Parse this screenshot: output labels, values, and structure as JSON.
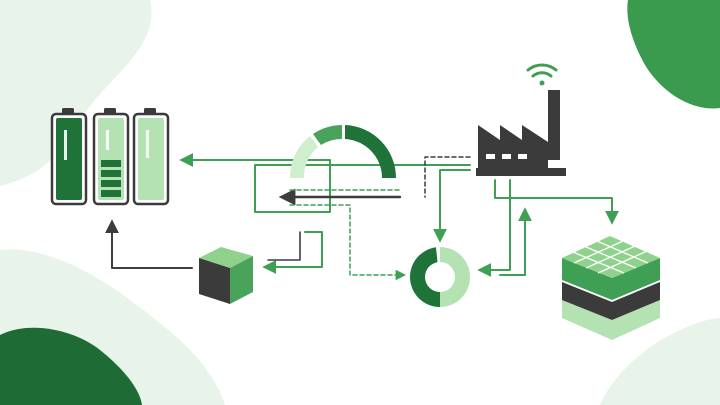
{
  "theme": {
    "background": "#ffffff",
    "blob_light": "#e8f4e9",
    "blob_mid": "#49a35b",
    "blob_dark": "#1e6b35",
    "green_dark": "#1f7339",
    "green_mid": "#3f9f55",
    "green_light": "#b4e2b3",
    "green_pale": "#cfeecd",
    "charcoal": "#3b3b3b",
    "arrow_dark": "#3d3d3d",
    "arrow_green": "#3f9f55"
  },
  "icons": [
    {
      "id": "battery-empty",
      "icon": "battery-full-dark-icon"
    },
    {
      "id": "battery-charging",
      "icon": "battery-charging-icon"
    },
    {
      "id": "battery-light",
      "icon": "battery-light-icon"
    },
    {
      "id": "gauge",
      "icon": "gauge-icon"
    },
    {
      "id": "factory",
      "icon": "factory-icon"
    },
    {
      "id": "wifi",
      "icon": "wifi-signal-icon"
    },
    {
      "id": "cube",
      "icon": "cube-icon"
    },
    {
      "id": "ring",
      "icon": "cycle-ring-icon"
    },
    {
      "id": "layers",
      "icon": "stacked-layers-grid-icon"
    }
  ],
  "connections": [
    {
      "from": "factory",
      "to": "batteries",
      "style": "solid",
      "color": "green"
    },
    {
      "from": "factory",
      "to": "gauge",
      "style": "solid",
      "color": "dark"
    },
    {
      "from": "factory",
      "to": "ring",
      "style": "dashed",
      "color": "dark"
    },
    {
      "from": "gauge",
      "to": "ring",
      "style": "dashed",
      "color": "green"
    },
    {
      "from": "factory",
      "to": "ring",
      "style": "solid",
      "color": "green"
    },
    {
      "from": "factory",
      "to": "layers",
      "style": "solid",
      "color": "green"
    },
    {
      "from": "cube",
      "to": "batteries",
      "style": "solid",
      "color": "dark"
    },
    {
      "from": "ring",
      "to": "cube",
      "style": "solid",
      "color": "green"
    }
  ]
}
